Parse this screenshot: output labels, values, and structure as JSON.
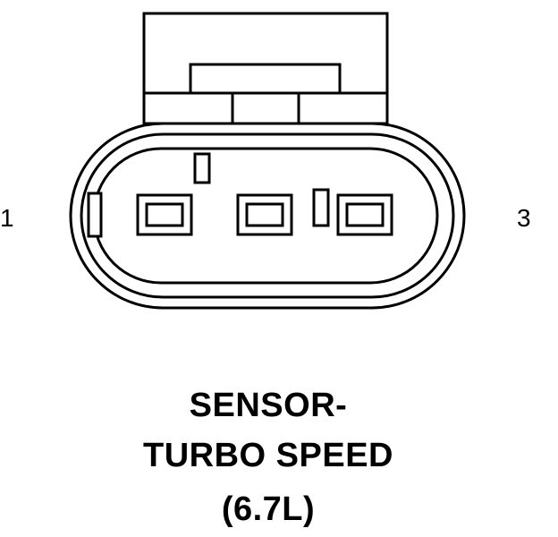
{
  "pins": {
    "left": "1",
    "right": "3"
  },
  "caption": {
    "line1": "SENSOR-",
    "line2": "TURBO SPEED",
    "line3": "(6.7L)"
  },
  "colors": {
    "stroke": "#000000",
    "background": "#ffffff"
  }
}
